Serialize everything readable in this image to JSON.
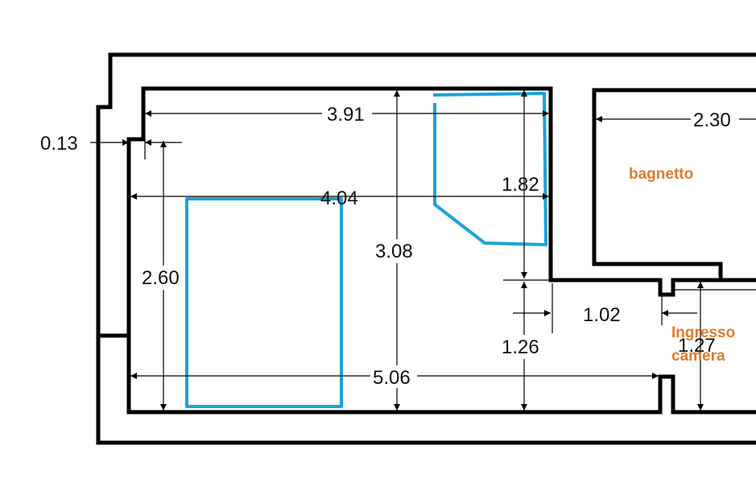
{
  "dimensions": {
    "wall_offset": "0.13",
    "top_width": "3.91",
    "middle_width": "4.04",
    "left_height": "2.60",
    "room_height": "3.08",
    "wardrobe_height": "1.82",
    "bath_width": "2.30",
    "corridor_width": "1.02",
    "corridor_depth": "1.26",
    "bottom_width": "5.06",
    "entrance_width": "1.27"
  },
  "rooms": {
    "bathroom": "bagnetto",
    "entrance_line1": "Ingresso",
    "entrance_line2": "camera"
  },
  "colors": {
    "walls": "#000000",
    "furniture": "#1aa3dc",
    "room_labels": "#e07b2a"
  }
}
